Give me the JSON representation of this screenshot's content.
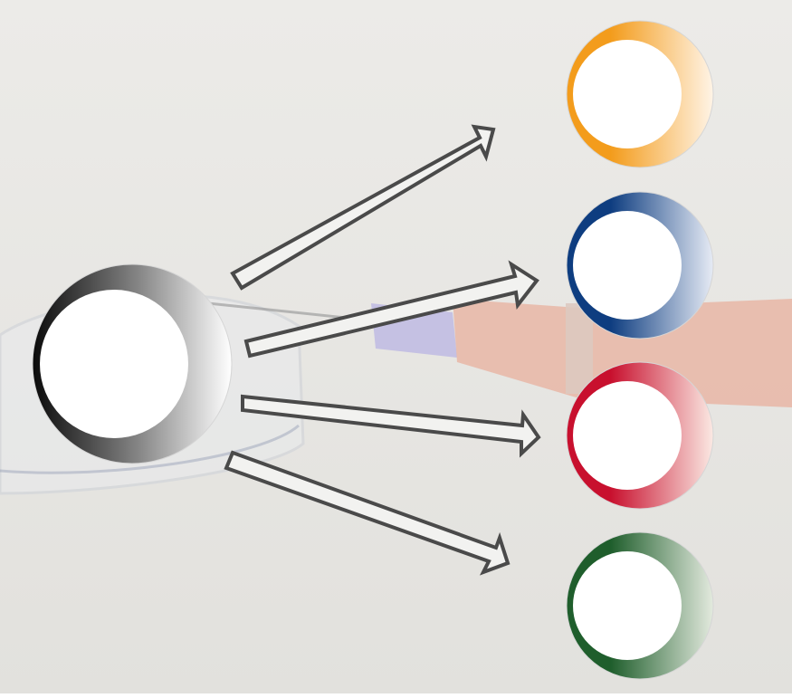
{
  "background": {
    "base_color": "#e4e3df",
    "syringe_body_color": "#e8b6a6",
    "needle_hub_color": "#b9b4e3",
    "dish_edge_color": "#c9cbd0"
  },
  "source_node": {
    "name": "source",
    "gradient": [
      "#0a0a0a",
      "#8a8a8a",
      "#ffffff"
    ],
    "inner_color": "#ffffff"
  },
  "target_nodes": [
    {
      "name": "orange",
      "color": "#f39c1c",
      "light": "#fff4e6"
    },
    {
      "name": "blue",
      "color": "#0e3d80",
      "light": "#e6ebf5"
    },
    {
      "name": "red",
      "color": "#c8102e",
      "light": "#fbe9e3"
    },
    {
      "name": "green",
      "color": "#1f5e2c",
      "light": "#e3eade"
    }
  ],
  "arrow_style": {
    "stroke": "#4a4a4a",
    "fill": "#f2f2f0"
  }
}
